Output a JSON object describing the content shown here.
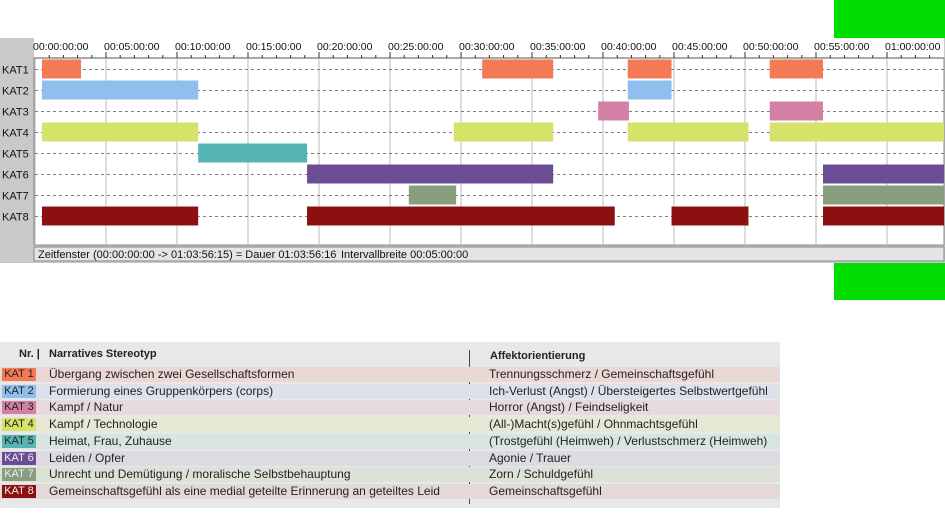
{
  "chart_data": {
    "type": "timeline",
    "x_unit": "time (hh:mm:ss)",
    "xlim": [
      "00:00:00",
      "01:03:56"
    ],
    "tick_labels": [
      "00:00:00:00",
      "00:05:00:00",
      "00:10:00:00",
      "00:15:00:00",
      "00:20:00:00",
      "00:25:00:00",
      "00:30:00:00",
      "00:35:00:00",
      "00:40:00:00",
      "00:45:00:00",
      "00:50:00:00",
      "00:55:00:00",
      "01:00:00:00"
    ],
    "categories": [
      {
        "label": "KAT1",
        "color": "#f47a56",
        "segments": [
          [
            "00:00:00",
            "00:02:45"
          ],
          [
            "00:31:00",
            "00:36:00"
          ],
          [
            "00:41:15",
            "00:44:20"
          ],
          [
            "00:51:15",
            "00:55:00"
          ]
        ]
      },
      {
        "label": "KAT2",
        "color": "#8fbfee",
        "segments": [
          [
            "00:00:00",
            "00:11:00"
          ],
          [
            "00:41:15",
            "00:44:20"
          ]
        ]
      },
      {
        "label": "KAT3",
        "color": "#d47fa4",
        "segments": [
          [
            "00:39:10",
            "00:41:20"
          ],
          [
            "00:51:15",
            "00:55:00"
          ]
        ]
      },
      {
        "label": "KAT4",
        "color": "#d5e36a",
        "segments": [
          [
            "00:00:00",
            "00:11:00"
          ],
          [
            "00:29:00",
            "00:36:00"
          ],
          [
            "00:41:15",
            "00:49:45"
          ],
          [
            "00:51:15",
            "01:03:56"
          ]
        ]
      },
      {
        "label": "KAT5",
        "color": "#56b3b3",
        "segments": [
          [
            "00:11:00",
            "00:18:40"
          ]
        ]
      },
      {
        "label": "KAT6",
        "color": "#6b4d94",
        "segments": [
          [
            "00:18:40",
            "00:36:00"
          ],
          [
            "00:55:00",
            "01:03:56"
          ]
        ]
      },
      {
        "label": "KAT7",
        "color": "#889e7e",
        "segments": [
          [
            "00:25:50",
            "00:29:10"
          ],
          [
            "00:55:00",
            "01:03:56"
          ]
        ]
      },
      {
        "label": "KAT8",
        "color": "#8c1010",
        "segments": [
          [
            "00:00:00",
            "00:11:00"
          ],
          [
            "00:18:40",
            "00:40:20"
          ],
          [
            "00:44:20",
            "00:49:45"
          ],
          [
            "00:55:00",
            "01:03:56"
          ]
        ]
      }
    ],
    "status": {
      "window": "Zeitfenster (00:00:00:00 -> 01:03:56:15) = Dauer 01:03:56:16",
      "interval": "Intervallbreite 00:05:00:00"
    }
  },
  "legend": {
    "headers": {
      "nr": "Nr. |",
      "stereotyp": "Narratives Stereotyp",
      "affekt": "Affektorientierung"
    },
    "rows": [
      {
        "kat": "KAT 1",
        "color": "#f47a56",
        "bg": "#ead8d4",
        "stereotyp": "Übergang zwischen zwei Gesellschaftsformen",
        "affekt": "Trennungsschmerz / Gemeinschaftsgefühl"
      },
      {
        "kat": "KAT 2",
        "color": "#8fbfee",
        "bg": "#dde2ea",
        "stereotyp": "Formierung eines Gruppenkörpers (corps)",
        "affekt": "Ich-Verlust (Angst) / Übersteigertes Selbstwertgefühl"
      },
      {
        "kat": "KAT 3",
        "color": "#d47fa4",
        "bg": "#e6dade",
        "stereotyp": "Kampf / Natur",
        "affekt": "Horror (Angst) / Feindseligkeit"
      },
      {
        "kat": "KAT 4",
        "color": "#d5e36a",
        "bg": "#e6e8d4",
        "stereotyp": "Kampf / Technologie",
        "affekt": "(All-)Macht(s)gefühl / Ohnmachtsgefühl"
      },
      {
        "kat": "KAT 5",
        "color": "#56b3b3",
        "bg": "#d6e4e2",
        "stereotyp": "Heimat, Frau, Zuhause",
        "affekt": "(Trostgefühl (Heimweh) / Verlustschmerz (Heimweh)"
      },
      {
        "kat": "KAT 6",
        "color": "#6b4d94",
        "bg": "#dedae4",
        "stereotyp": "Leiden / Opfer",
        "affekt": "Agonie / Trauer"
      },
      {
        "kat": "KAT 7",
        "color": "#889e7e",
        "bg": "#dde2d8",
        "stereotyp": "Unrecht und Demütigung / moralische Selbstbehauptung",
        "affekt": "Zorn / Schuldgefühl"
      },
      {
        "kat": "KAT 8",
        "color": "#8c1010",
        "bg": "#e4d8d8",
        "stereotyp": "Gemeinschaftsgefühl als eine medial geteilte Erinnerung an geteiltes Leid",
        "affekt": "Gemeinschaftsgefühl"
      }
    ]
  }
}
